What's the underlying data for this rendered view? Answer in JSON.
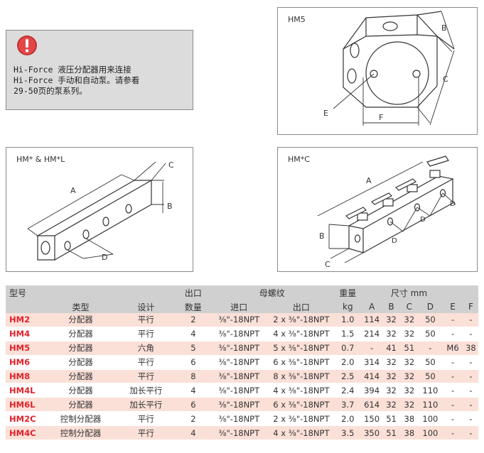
{
  "note": {
    "lines": [
      "Hi-Force 液压分配器用来连接",
      "Hi-Force 手动和自动泵。请参看",
      "29-50页的泵系列。"
    ],
    "icon": "warning-icon",
    "icon_color": "#d93a3a"
  },
  "diagrams": {
    "hm5": {
      "title": "HM5",
      "labels": {
        "b": "B",
        "c": "C",
        "e": "E",
        "f": "F"
      }
    },
    "hml": {
      "title": "HM* & HM*L",
      "labels": {
        "a": "A",
        "b": "B",
        "c": "C",
        "d": "D"
      }
    },
    "hmc": {
      "title": "HM*C",
      "labels": {
        "a": "A",
        "b": "B",
        "c": "C",
        "d": "D"
      }
    }
  },
  "table": {
    "header": {
      "model": "型号",
      "type": "类型",
      "design": "设计",
      "outlets_top": "出口",
      "outlets_bottom": "数量",
      "thread": "母螺纹",
      "inlet": "进口",
      "outlet": "出口",
      "weight_top": "重量",
      "weight_unit": "kg",
      "dims": "尺寸 mm",
      "a": "A",
      "b": "B",
      "c": "C",
      "d": "D",
      "e": "E",
      "f": "F"
    },
    "rows": [
      {
        "model": "HM2",
        "type": "分配器",
        "design": "平行",
        "n": "2",
        "inlet": "⅜\"-18NPT",
        "outlet": "2 x ⅜\"-18NPT",
        "kg": "1.0",
        "a": "114",
        "b": "32",
        "c": "32",
        "d": "50",
        "e": "-",
        "f": "-"
      },
      {
        "model": "HM4",
        "type": "分配器",
        "design": "平行",
        "n": "4",
        "inlet": "⅜\"-18NPT",
        "outlet": "4 x ⅜\"-18NPT",
        "kg": "1.5",
        "a": "214",
        "b": "32",
        "c": "32",
        "d": "50",
        "e": "-",
        "f": "-"
      },
      {
        "model": "HM5",
        "type": "分配器",
        "design": "六角",
        "n": "5",
        "inlet": "⅜\"-18NPT",
        "outlet": "5 x ⅜\"-18NPT",
        "kg": "0.7",
        "a": "-",
        "b": "41",
        "c": "51",
        "d": "-",
        "e": "M6",
        "f": "38"
      },
      {
        "model": "HM6",
        "type": "分配器",
        "design": "平行",
        "n": "6",
        "inlet": "⅜\"-18NPT",
        "outlet": "6 x ⅜\"-18NPT",
        "kg": "2.0",
        "a": "314",
        "b": "32",
        "c": "32",
        "d": "50",
        "e": "-",
        "f": "-"
      },
      {
        "model": "HM8",
        "type": "分配器",
        "design": "平行",
        "n": "8",
        "inlet": "⅜\"-18NPT",
        "outlet": "8 x ⅜\"-18NPT",
        "kg": "2.5",
        "a": "414",
        "b": "32",
        "c": "32",
        "d": "50",
        "e": "-",
        "f": "-"
      },
      {
        "model": "HM4L",
        "type": "分配器",
        "design": "加长平行",
        "n": "4",
        "inlet": "⅜\"-18NPT",
        "outlet": "4 x ⅜\"-18NPT",
        "kg": "2.4",
        "a": "394",
        "b": "32",
        "c": "32",
        "d": "110",
        "e": "-",
        "f": "-"
      },
      {
        "model": "HM6L",
        "type": "分配器",
        "design": "加长平行",
        "n": "6",
        "inlet": "⅜\"-18NPT",
        "outlet": "6 x ⅜\"-18NPT",
        "kg": "3.7",
        "a": "614",
        "b": "32",
        "c": "32",
        "d": "110",
        "e": "-",
        "f": "-"
      },
      {
        "model": "HM2C",
        "type": "控制分配器",
        "design": "平行",
        "n": "2",
        "inlet": "⅜\"-18NPT",
        "outlet": "2 x ⅜\"-18NPT",
        "kg": "2.0",
        "a": "150",
        "b": "51",
        "c": "38",
        "d": "100",
        "e": "-",
        "f": "-"
      },
      {
        "model": "HM4C",
        "type": "控制分配器",
        "design": "平行",
        "n": "4",
        "inlet": "⅜\"-18NPT",
        "outlet": "4 x ⅜\"-18NPT",
        "kg": "3.5",
        "a": "350",
        "b": "51",
        "c": "38",
        "d": "100",
        "e": "-",
        "f": "-"
      }
    ],
    "colors": {
      "model_text": "#e2222a",
      "odd_row": "#fbe0d8",
      "header_bg": "#d0d0d0"
    }
  }
}
